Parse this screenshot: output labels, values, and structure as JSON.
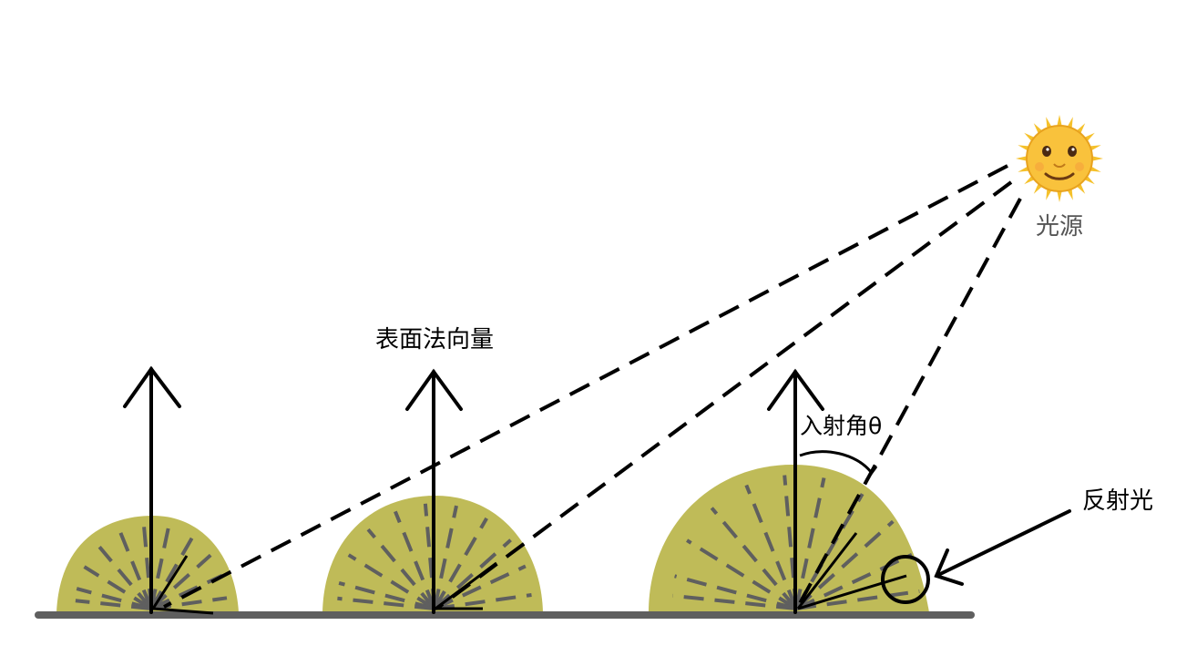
{
  "labels": {
    "light_source": "光源",
    "surface_normal": "表面法向量",
    "incidence_angle": "入射角θ",
    "reflected_light": "反射光"
  },
  "colors": {
    "lobe_fill": "#bfbb58",
    "ground": "#5f5f5f",
    "scatter_rays": "#5f5f5f",
    "lines": "#000000",
    "light_source_label": "#555555"
  },
  "icons": {
    "light_source": "sun-with-face-icon"
  }
}
